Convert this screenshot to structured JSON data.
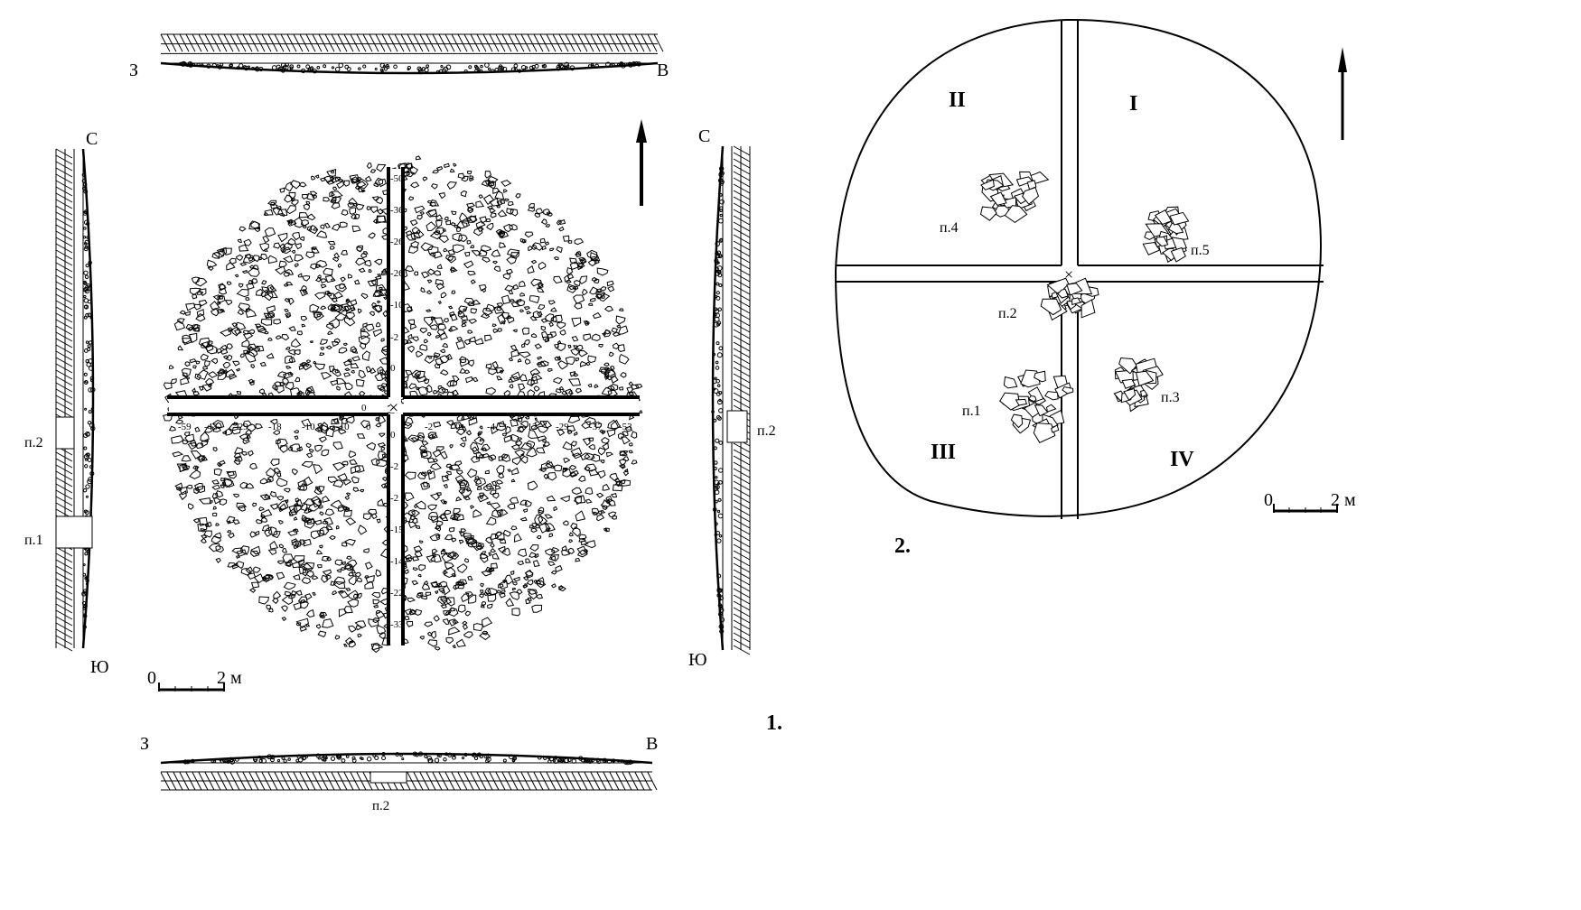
{
  "figure1": {
    "number": "1.",
    "top_section": {
      "west": "З",
      "east": "В"
    },
    "bottom_section": {
      "west": "З",
      "east": "В",
      "pit": "п.2"
    },
    "left_section": {
      "north": "С",
      "south": "Ю",
      "pits": [
        "п.2",
        "п.1"
      ]
    },
    "right_section": {
      "north": "С",
      "south": "Ю",
      "pits": [
        "п.2"
      ]
    },
    "center_mark": "×",
    "horizontal_levels_west": [
      "-59",
      "-43",
      "-29",
      "-18",
      "-10",
      "-10",
      "0"
    ],
    "horizontal_levels_east": [
      "-2",
      "0",
      "-4",
      "-12",
      "-29",
      "-37",
      "-53"
    ],
    "vertical_levels_north": [
      "-50",
      "-36",
      "-26",
      "-26",
      "-10",
      "-2",
      "0"
    ],
    "vertical_levels_south": [
      "0",
      "-2",
      "-2",
      "-15",
      "-14",
      "-22",
      "-33"
    ],
    "center_zero": "0",
    "scale": {
      "start": "0",
      "end": "2 м"
    }
  },
  "figure2": {
    "number": "2.",
    "sectors": [
      "I",
      "II",
      "III",
      "IV"
    ],
    "pits": [
      "п.1",
      "п.2",
      "п.3",
      "п.4",
      "п.5"
    ],
    "center_mark": "×",
    "scale": {
      "start": "0",
      "end": "2 м"
    }
  }
}
